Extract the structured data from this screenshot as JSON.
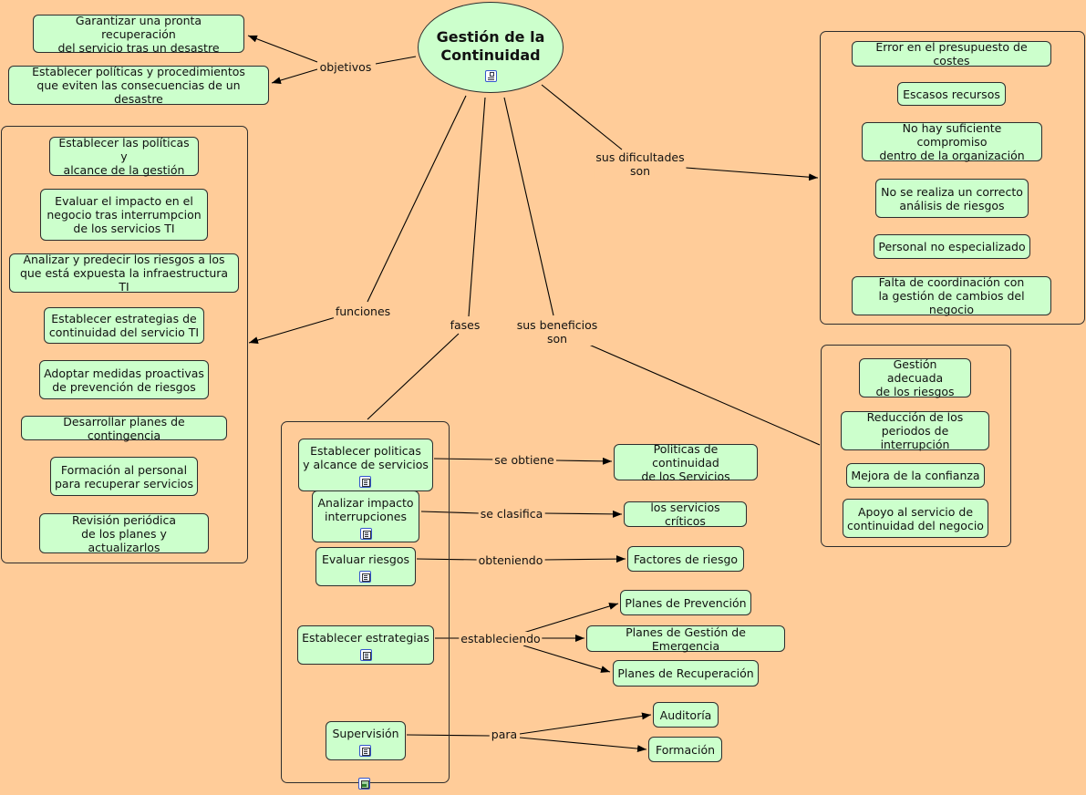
{
  "main_topic": {
    "title": "Gestión de la\nContinuidad",
    "icon": "concept-map-link-icon"
  },
  "link_labels": {
    "objetivos": "objetivos",
    "dificultades": "sus dificultades\nson",
    "funciones": "funciones",
    "fases": "fases",
    "beneficios": "sus beneficios\nson",
    "se_obtiene": "se obtiene",
    "se_clasifica": "se clasifica",
    "obteniendo": "obteniendo",
    "estableciendo": "estableciendo",
    "para": "para"
  },
  "objetivos": [
    "Garantizar una pronta recuperación\ndel servicio tras un desastre",
    "Establecer políticas y procedimientos\nque eviten las consecuencias de un desastre"
  ],
  "dificultades": [
    "Error en el presupuesto de costes",
    "Escasos recursos",
    "No hay suficiente compromiso\ndentro de la organización",
    "No se realiza un correcto\nanálisis de riesgos",
    "Personal no especializado",
    "Falta de coordinación con\nla gestión de cambios del negocio"
  ],
  "funciones": [
    "Establecer las políticas y\nalcance de la gestión",
    "Evaluar el impacto en el\nnegocio tras interrumpcion\nde los servicios TI",
    "Analizar y predecir los riesgos a los\nque está expuesta la infraestructura TI",
    "Establecer estrategias de\ncontinuidad del servicio TI",
    "Adoptar medidas proactivas\nde prevención de riesgos",
    "Desarrollar planes de contingencia",
    "Formación al personal\npara recuperar servicios",
    "Revisión periódica\nde los planes y actualizarlos"
  ],
  "beneficios": [
    "Gestión adecuada\nde los riesgos",
    "Reducción de los\nperiodos de interrupción",
    "Mejora de la confianza",
    "Apoyo al servicio de\ncontinuidad del negocio"
  ],
  "fases": [
    "Establecer politicas\ny alcance de servicios",
    "Analizar impacto\ninterrupciones",
    "Evaluar riesgos",
    "Establecer estrategias",
    "Supervisión"
  ],
  "resultados": {
    "politicas": "Politicas de continuidad\nde los Servicios",
    "criticos": "los servicios críticos",
    "factores": "Factores de riesgo",
    "prevencion": "Planes de Prevención",
    "emergencia": "Planes de Gestión de Emergencia",
    "recuperacion": "Planes de Recuperación",
    "auditoria": "Auditoría",
    "formacion": "Formación"
  },
  "icons": {
    "resource": "document-resource-icon",
    "group_image": "image-resource-icon"
  },
  "colors": {
    "background": "#ffcc99",
    "node_fill": "#ccffcc",
    "line": "#000000"
  }
}
